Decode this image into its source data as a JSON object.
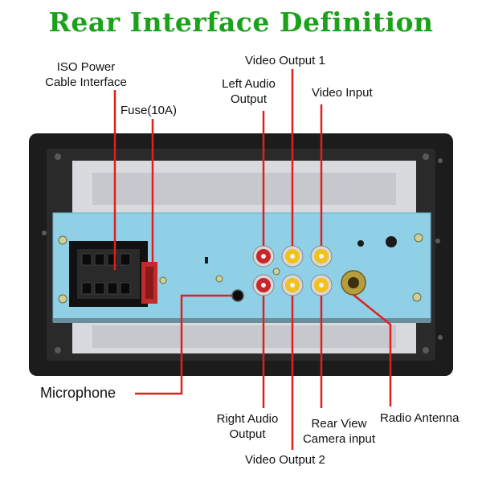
{
  "title": "Rear Interface Definition",
  "labels": {
    "iso_power_line1": "ISO Power",
    "iso_power_line2": "Cable Interface",
    "fuse": "Fuse(10A)",
    "video_output_1": "Video Output 1",
    "left_audio_line1": "Left Audio",
    "left_audio_line2": "Output",
    "video_input": "Video Input",
    "microphone": "Microphone",
    "right_audio_line1": "Right Audio",
    "right_audio_line2": "Output",
    "rear_view_line1": "Rear View",
    "rear_view_line2": "Camera input",
    "radio_antenna": "Radio Antenna",
    "video_output_2": "Video Output 2"
  },
  "colors": {
    "title": "#1aa21a",
    "leader_line": "#e0201e",
    "back_panel": "#8fd0e6",
    "frame": "#1c1c1c",
    "rca_red": "#c8262a",
    "rca_yellow": "#f2c11a"
  }
}
